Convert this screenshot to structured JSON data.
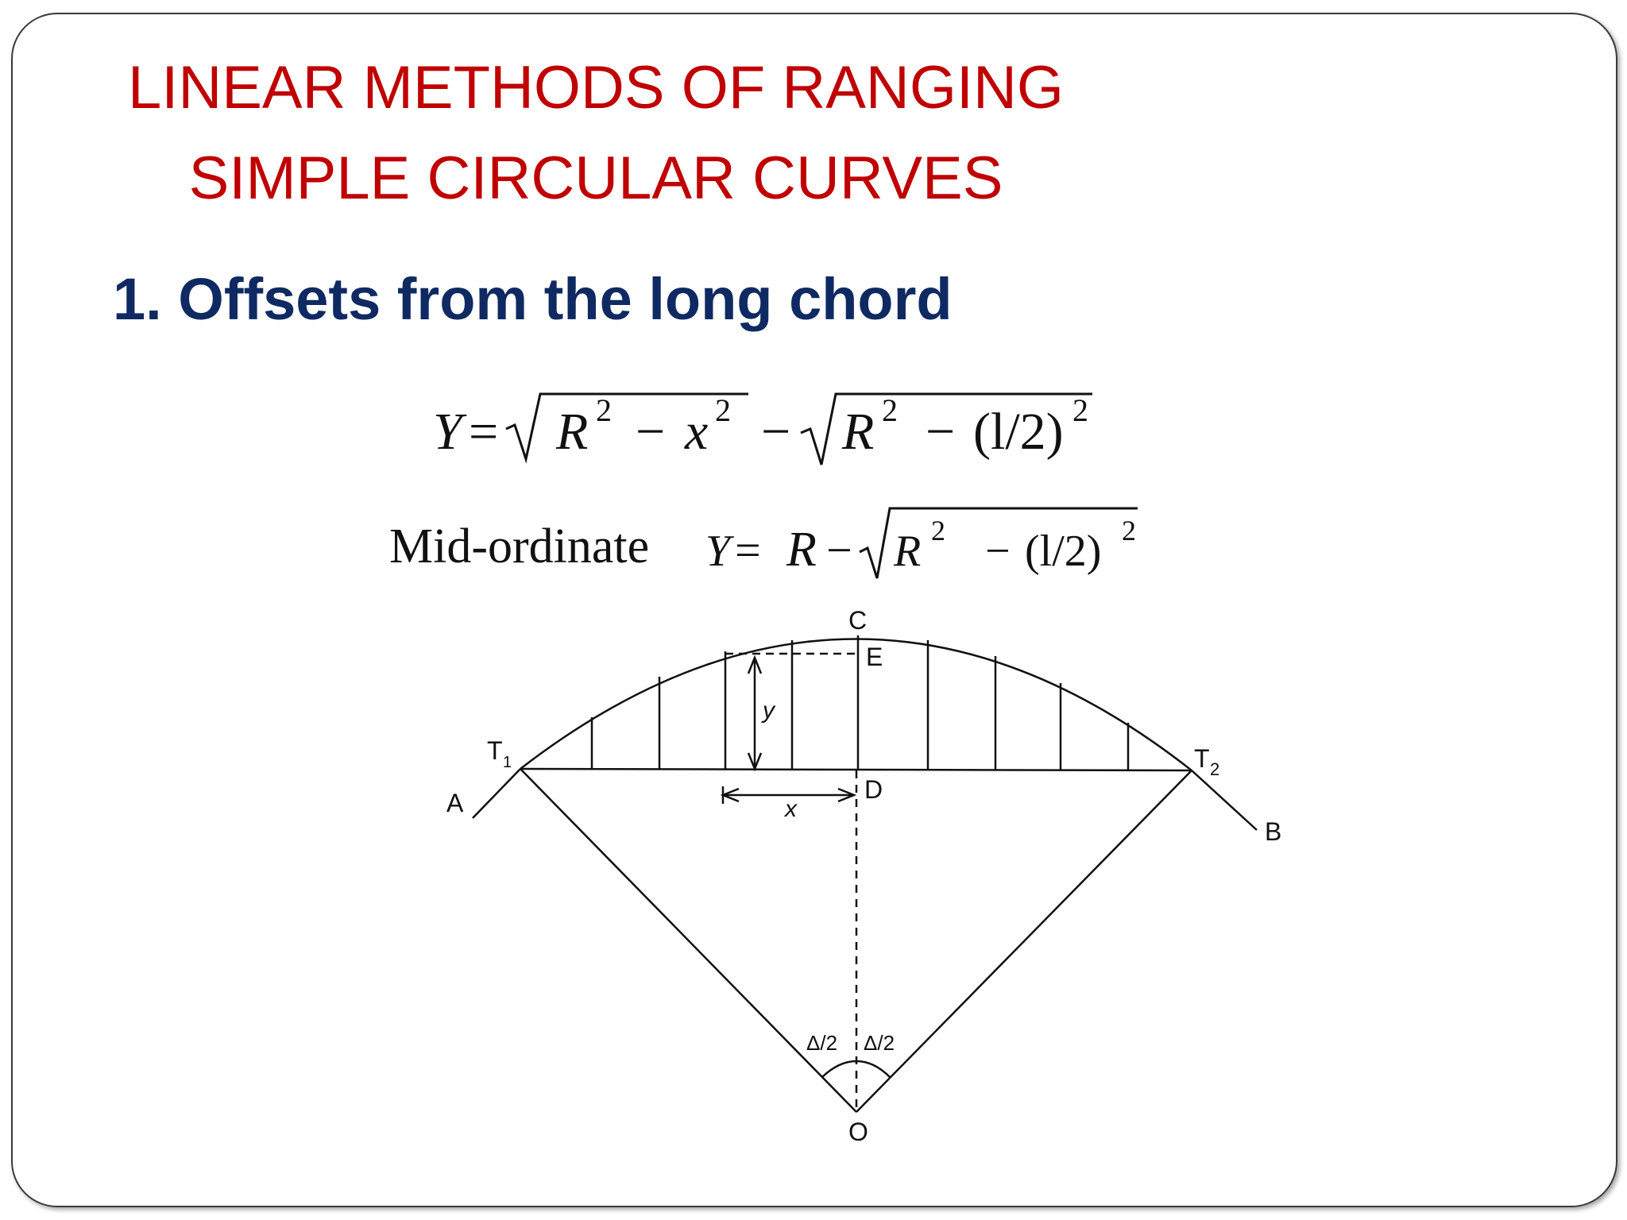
{
  "slide": {
    "title_line1": "LINEAR METHODS OF RANGING",
    "title_line2": "SIMPLE CIRCULAR CURVES",
    "heading": "1. Offsets from the long chord"
  },
  "formulas": {
    "offset": {
      "lhs": "Y",
      "r": "R",
      "x": "x",
      "half_chord": "(l/2)",
      "exp": "2"
    },
    "mid_ordinate": {
      "label": "Mid-ordinate",
      "lhs": "Y",
      "r": "R",
      "half_chord": "(l/2)",
      "exp": "2"
    }
  },
  "diagram": {
    "labels": {
      "A": "A",
      "B": "B",
      "C": "C",
      "D": "D",
      "E": "E",
      "O": "O",
      "T1": "T",
      "T1_sub": "1",
      "T2": "T",
      "T2_sub": "2",
      "y": "y",
      "x": "x",
      "half_angle_left": "Δ/2",
      "half_angle_right": "Δ/2"
    }
  }
}
